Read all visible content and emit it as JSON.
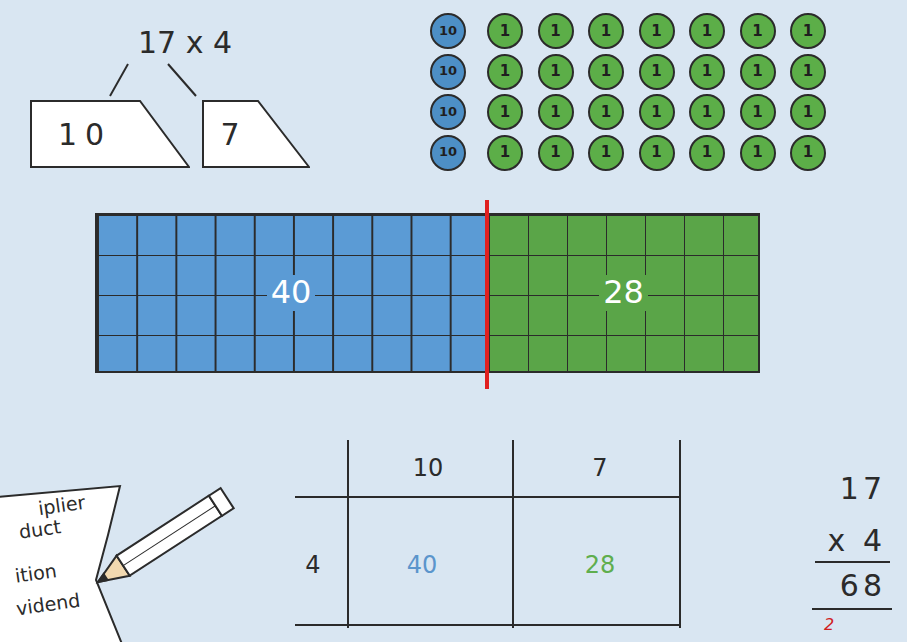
{
  "diagram": {
    "nodes": [
      {
        "text": [
          "10"
        ]
      },
      {
        "text": [
          "7"
        ]
      },
      {
        "text": [
          "10"
        ]
      },
      {
        "text": [
          "1"
        ]
      },
      {
        "text": [
          "1"
        ]
      },
      {
        "text": [
          "1"
        ]
      },
      {
        "text": [
          "1"
        ]
      },
      {
        "text": [
          "1"
        ]
      },
      {
        "text": [
          "1"
        ]
      },
      {
        "text": [
          "1"
        ]
      },
      {
        "text": [
          "10"
        ]
      },
      {
        "text": [
          "1"
        ]
      },
      {
        "text": [
          "1"
        ]
      },
      {
        "text": [
          "1"
        ]
      },
      {
        "text": [
          "1"
        ]
      },
      {
        "text": [
          "1"
        ]
      },
      {
        "text": [
          "1"
        ]
      },
      {
        "text": [
          "1"
        ]
      },
      {
        "text": [
          "10"
        ]
      },
      {
        "text": [
          "1"
        ]
      },
      {
        "text": [
          "1"
        ]
      },
      {
        "text": [
          "1"
        ]
      },
      {
        "text": [
          "1"
        ]
      },
      {
        "text": [
          "1"
        ]
      },
      {
        "text": [
          "1"
        ]
      },
      {
        "text": [
          "1"
        ]
      },
      {
        "text": [
          "10"
        ]
      },
      {
        "text": [
          "1"
        ]
      },
      {
        "text": [
          "1"
        ]
      },
      {
        "text": [
          "1"
        ]
      },
      {
        "text": [
          "1"
        ]
      },
      {
        "text": [
          "1"
        ]
      },
      {
        "text": [
          "1"
        ]
      },
      {
        "text": [
          "1"
        ]
      },
      {
        "text": [
          "40"
        ]
      },
      {
        "text": [
          "28"
        ]
      }
    ],
    "labels": [
      "17 x 4",
      "10",
      "7",
      "4",
      "40",
      "28",
      "17",
      "x 4",
      "68",
      "2",
      "iplier",
      "duct",
      "ition",
      "vidend"
    ]
  }
}
